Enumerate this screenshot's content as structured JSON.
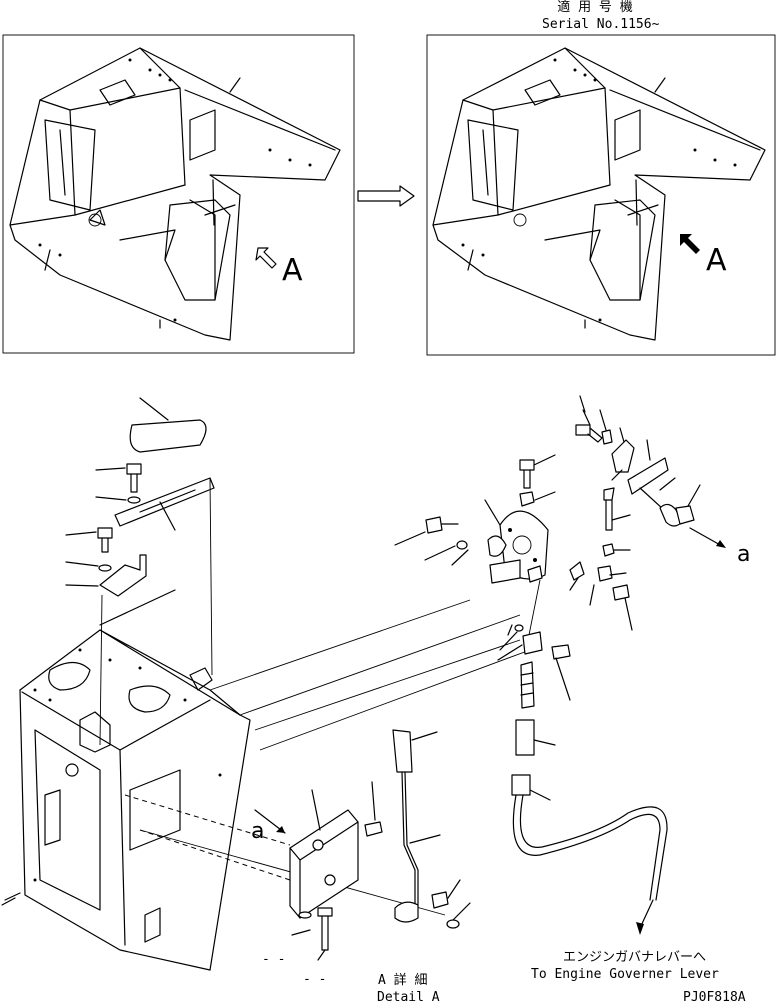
{
  "header": {
    "applicable_jp": "適 用 号 機",
    "serial": "Serial No.1156~"
  },
  "inset_left": {
    "view_letter": "A"
  },
  "inset_right": {
    "view_letter": "A"
  },
  "detail": {
    "section_label_jp": "A 詳 細",
    "section_label_en": "Detail A",
    "ref_a_left": "a",
    "ref_a_right": "a",
    "dash_marks_1": "- -",
    "dash_marks_2": "- -"
  },
  "governor": {
    "label_jp": "エンジンガバナレバーへ",
    "label_en": "To Engine Governer Lever"
  },
  "drawing_code": "PJ0F818A"
}
